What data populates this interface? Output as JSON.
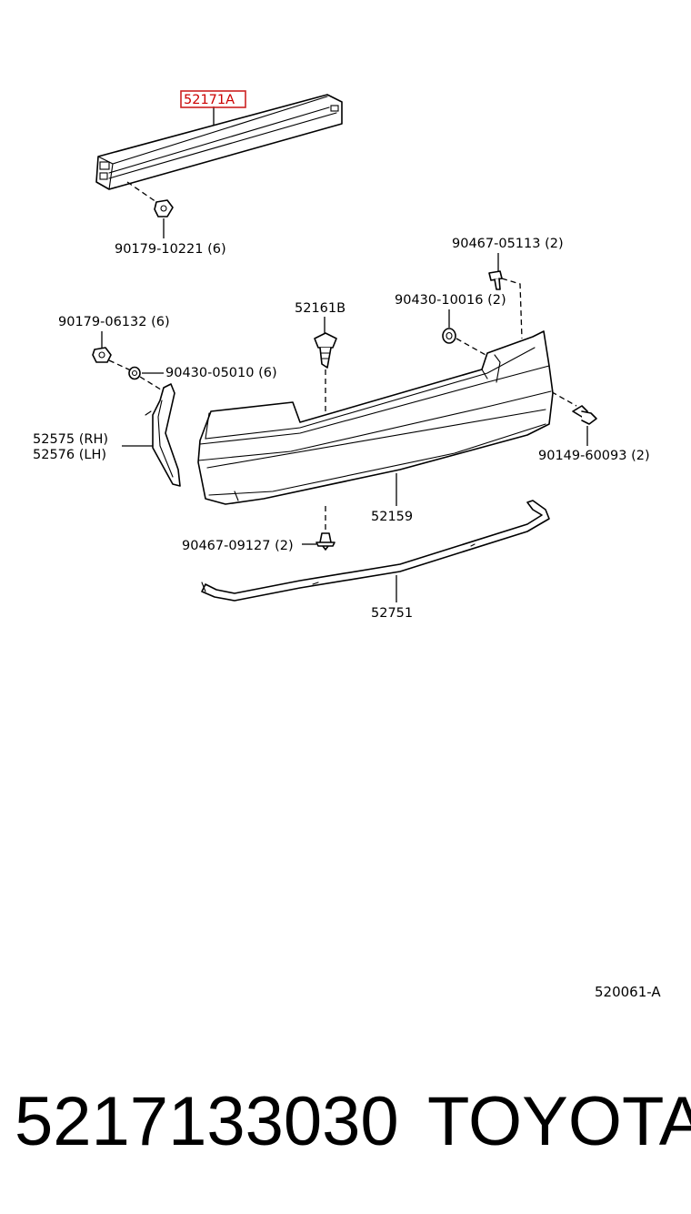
{
  "diagram": {
    "highlighted_part": "52171A",
    "labels": {
      "reinforcement": "52171A",
      "nut_top": "90179-10221 (6)",
      "screw_right_top": "90467-05113 (2)",
      "retainer_center": "52161B",
      "washer_right": "90430-10016 (2)",
      "nut_left": "90179-06132 (6)",
      "washer_left": "90430-05010 (6)",
      "side_retainer_rh": "52575 (RH)",
      "side_retainer_lh": "52576 (LH)",
      "bolt_right": "90149-60093 (2)",
      "bumper_cover": "52159",
      "clip_bottom": "90467-09127 (2)",
      "moulding": "52751"
    },
    "reference_code": "520061-A"
  },
  "footer": {
    "part_number": "5217133030",
    "brand": "TOYOTA"
  }
}
